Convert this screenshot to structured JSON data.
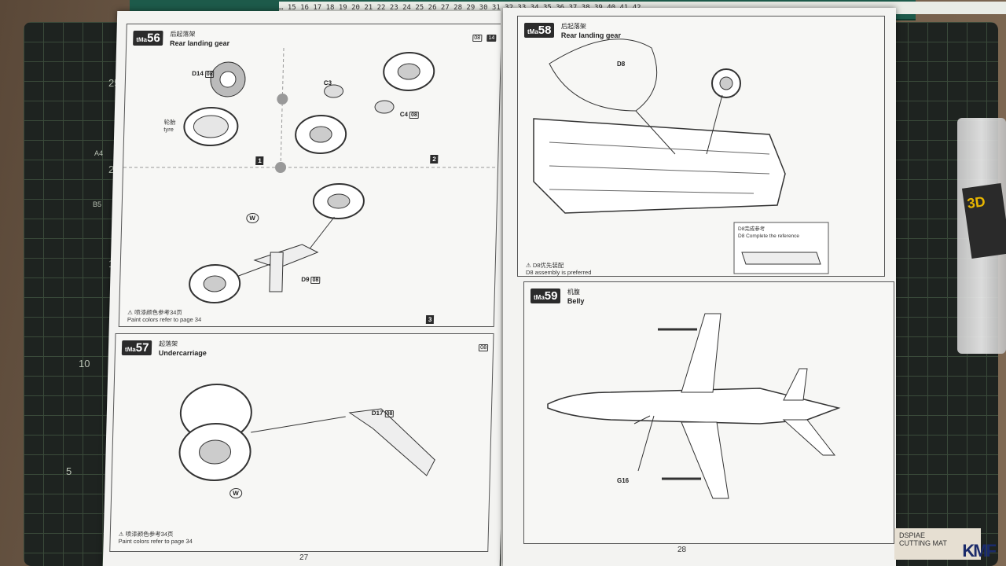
{
  "ruler": {
    "ticks": "…  15  16  17  18  19  20  21  22  23  24  25  26  27  28  29  30  31  32  33  34  35  36  37  38  39  40  41  42"
  },
  "mat_numbers": [
    "25",
    "20",
    "15",
    "10",
    "5"
  ],
  "mat_labels": {
    "a4": "A4",
    "b5": "B5"
  },
  "left_page": {
    "page_number": "27",
    "step56": {
      "badge_prefix": "tMa",
      "number": "56",
      "title_cn": "后起落架",
      "title_en": "Rear landing gear",
      "header_boxes": [
        "08",
        "14"
      ],
      "parts": [
        {
          "label": "D14",
          "box": "08"
        },
        {
          "label": "C3",
          "box": ""
        },
        {
          "label": "C4",
          "box": "08"
        },
        {
          "label": "D9",
          "box": "08"
        }
      ],
      "tyre_cn": "轮胎",
      "tyre_en": "tyre",
      "sub_steps": [
        "1",
        "2",
        "3"
      ],
      "note_cn": "喷漆颜色参考34页",
      "note_en": "Paint colors refer to page 34",
      "w_marker": "W"
    },
    "step57": {
      "badge_prefix": "tMa",
      "number": "57",
      "title_cn": "起落架",
      "title_en": "Undercarriage",
      "header_box": "08",
      "part": {
        "label": "D17",
        "box": "08"
      },
      "w_marker": "W",
      "note_cn": "喷漆颜色参考34页",
      "note_en": "Paint colors refer to page 34"
    }
  },
  "right_page": {
    "page_number": "28",
    "step58": {
      "badge_prefix": "tMa",
      "number": "58",
      "title_cn": "后起落架",
      "title_en": "Rear landing gear",
      "part": "D8",
      "ref_cn": "D8完成参考",
      "ref_en": "D8 Complete the reference",
      "note_cn": "D8优先装配",
      "note_en": "D8 assembly is preferred"
    },
    "step59": {
      "badge_prefix": "tMa",
      "number": "59",
      "title_cn": "机腹",
      "title_en": "Belly",
      "part": "G16"
    }
  },
  "watermark": "KMF",
  "dspiae": {
    "line1": "DSPIAE",
    "line2": "CUTTING MAT"
  },
  "bag_label": "3D"
}
